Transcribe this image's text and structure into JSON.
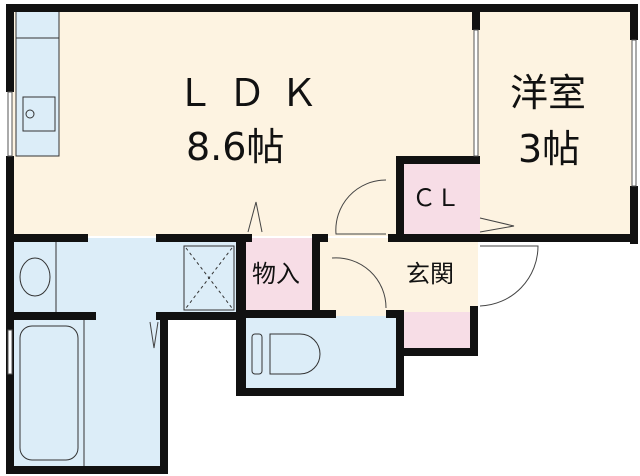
{
  "floorplan": {
    "colors": {
      "living": "#fdf3e1",
      "wet": "#dcedf8",
      "storage": "#f7dde6",
      "wall": "#111111",
      "background": "#ffffff"
    },
    "rooms": [
      {
        "id": "ldk",
        "name": "ＬＤＫ",
        "size": "8.6帖"
      },
      {
        "id": "western",
        "name": "洋室",
        "size": "3帖"
      },
      {
        "id": "closet",
        "name": "ＣＬ"
      },
      {
        "id": "storage",
        "name": "物入"
      },
      {
        "id": "entrance",
        "name": "玄関"
      }
    ]
  }
}
